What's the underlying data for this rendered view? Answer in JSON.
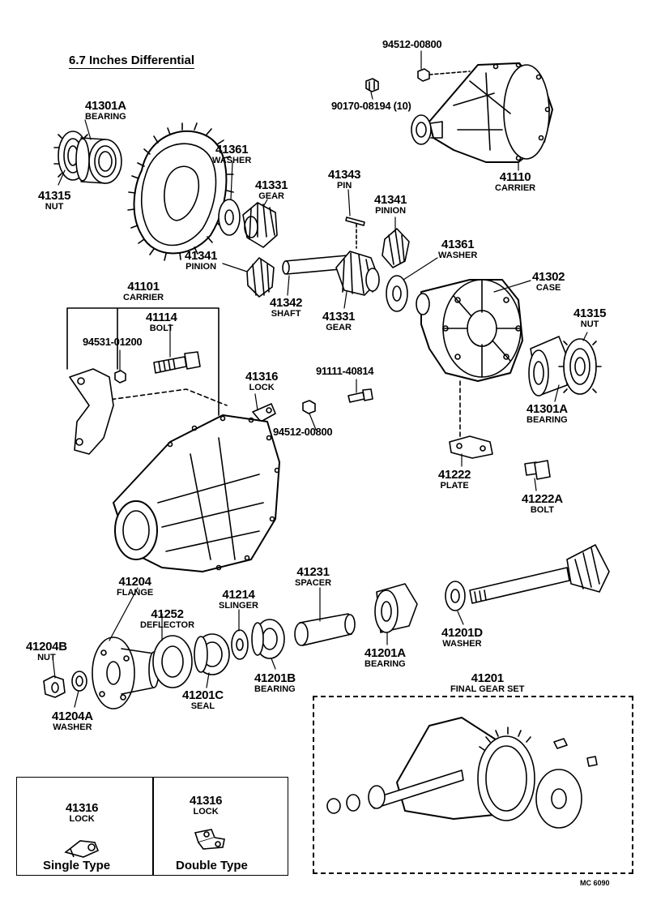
{
  "title": "6.7 Inches Differential",
  "code": "MC 6090",
  "parts": {
    "p41301A_top": {
      "num": "41301A",
      "name": "BEARING"
    },
    "p41315_top": {
      "num": "41315",
      "name": "NUT"
    },
    "p41361_top": {
      "num": "41361",
      "name": "WASHER"
    },
    "p41331_top": {
      "num": "41331",
      "name": "GEAR"
    },
    "p41343": {
      "num": "41343",
      "name": "PIN"
    },
    "p41341_right": {
      "num": "41341",
      "name": "PINION"
    },
    "p41341_left": {
      "num": "41341",
      "name": "PINION"
    },
    "p41342": {
      "num": "41342",
      "name": "SHAFT"
    },
    "p41331_mid": {
      "num": "41331",
      "name": "GEAR"
    },
    "p41361_mid": {
      "num": "41361",
      "name": "WASHER"
    },
    "p41302": {
      "num": "41302",
      "name": "CASE"
    },
    "p41315_right": {
      "num": "41315",
      "name": "NUT"
    },
    "p41301A_right": {
      "num": "41301A",
      "name": "BEARING"
    },
    "p94512_top": {
      "num": "94512-00800"
    },
    "p90170": {
      "num": "90170-08194 (10)"
    },
    "p41110": {
      "num": "41110",
      "name": "CARRIER"
    },
    "p41101": {
      "num": "41101",
      "name": "CARRIER"
    },
    "p41114": {
      "num": "41114",
      "name": "BOLT"
    },
    "p94531": {
      "num": "94531-01200"
    },
    "p41316_mid": {
      "num": "41316",
      "name": "LOCK"
    },
    "p94512_mid": {
      "num": "94512-00800"
    },
    "p91111": {
      "num": "91111-40814"
    },
    "p41222": {
      "num": "41222",
      "name": "PLATE"
    },
    "p41222A": {
      "num": "41222A",
      "name": "BOLT"
    },
    "p41204": {
      "num": "41204",
      "name": "FLANGE"
    },
    "p41252": {
      "num": "41252",
      "name": "DEFLECTOR"
    },
    "p41214": {
      "num": "41214",
      "name": "SLINGER"
    },
    "p41231": {
      "num": "41231",
      "name": "SPACER"
    },
    "p41201A": {
      "num": "41201A",
      "name": "BEARING"
    },
    "p41201D": {
      "num": "41201D",
      "name": "WASHER"
    },
    "p41201B": {
      "num": "41201B",
      "name": "BEARING"
    },
    "p41201C": {
      "num": "41201C",
      "name": "SEAL"
    },
    "p41204B": {
      "num": "41204B",
      "name": "NUT"
    },
    "p41204A": {
      "num": "41204A",
      "name": "WASHER"
    },
    "p41201": {
      "num": "41201",
      "name": "FINAL GEAR SET"
    }
  },
  "lock_types": {
    "single": {
      "num": "41316",
      "name": "LOCK",
      "type": "Single Type"
    },
    "double": {
      "num": "41316",
      "name": "LOCK",
      "type": "Double Type"
    }
  }
}
